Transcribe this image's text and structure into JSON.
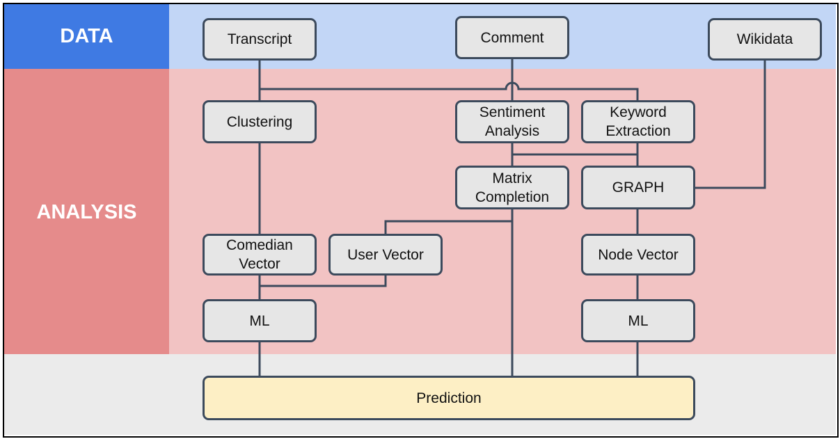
{
  "bands": {
    "data": "DATA",
    "analysis": "ANALYSIS"
  },
  "nodes": {
    "transcript": "Transcript",
    "comment": "Comment",
    "wikidata": "Wikidata",
    "clustering": "Clustering",
    "sentiment_line1": "Sentiment",
    "sentiment_line2": "Analysis",
    "keyword_line1": "Keyword",
    "keyword_line2": "Extraction",
    "matrix_line1": "Matrix",
    "matrix_line2": "Completion",
    "graph": "GRAPH",
    "comedian_line1": "Comedian",
    "comedian_line2": "Vector",
    "user_vector": "User Vector",
    "node_vector": "Node Vector",
    "ml_left": "ML",
    "ml_right": "ML",
    "prediction": "Prediction"
  },
  "colors": {
    "data_label_bg": "#3f7ae3",
    "data_band_bg": "#c2d6f6",
    "analysis_label_bg": "#e58b8b",
    "analysis_band_bg": "#f2c3c3",
    "bottom_band_bg": "#ebebeb",
    "node_bg": "#e6e6e6",
    "prediction_bg": "#fdefc5",
    "line_color": "#3c4a5c"
  }
}
